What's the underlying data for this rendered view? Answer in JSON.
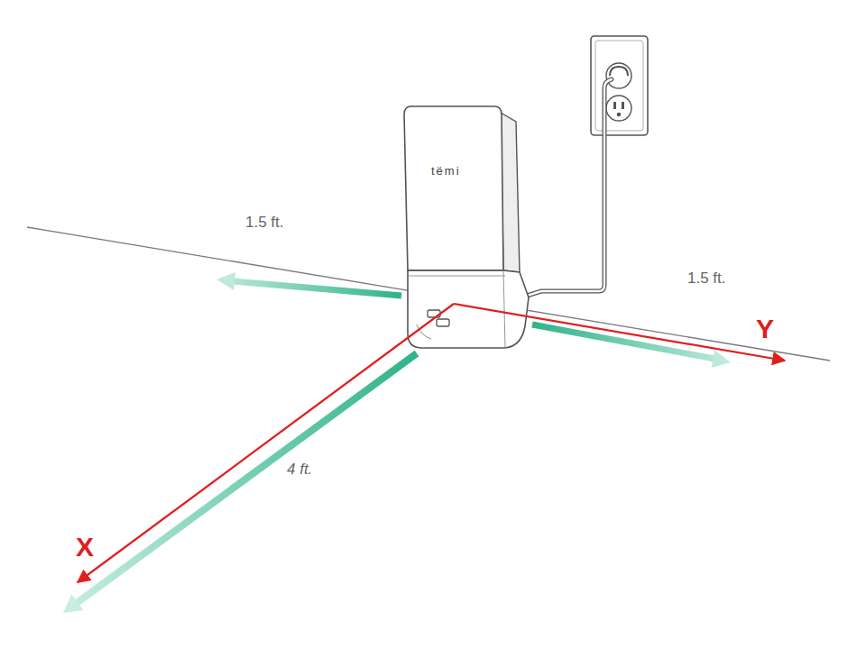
{
  "diagram": {
    "labels": [
      "tëmi",
      "1.5 ft.",
      "1.5 ft.",
      "4 ft.",
      "X",
      "Y"
    ]
  }
}
